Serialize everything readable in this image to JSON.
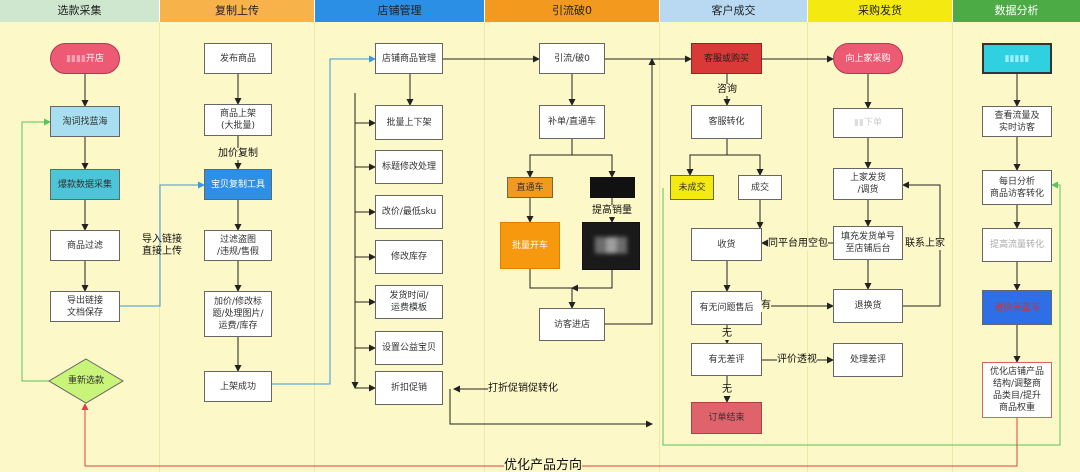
{
  "lanes": [
    {
      "title": "选款采集",
      "color": "#cfe6cf"
    },
    {
      "title": "复制上传",
      "color": "#f7b24a"
    },
    {
      "title": "店铺管理",
      "color": "#2b8fe6"
    },
    {
      "title": "引流破0",
      "color": "#f39a1e"
    },
    {
      "title": "客户成交",
      "color": "#b9d9f2"
    },
    {
      "title": "采购发货",
      "color": "#f4ea12"
    },
    {
      "title": "数据分析",
      "color": "#4dab45"
    }
  ],
  "nodes": {
    "kaidian": "开店",
    "taoci": "淘词找蓝海",
    "baokuan": "爆款数据采集",
    "guolv": "商品过滤",
    "daochu": "导出链接\n文档保存",
    "chongxin": "重新选款",
    "fabu": "发布商品",
    "shangjia": "商品上架\n(大批量)",
    "baobei": "宝贝复制工具",
    "guolvdaotu": "过滤盗图\n/违规/售假",
    "jiajia": "加价/修改标\n题/处理图片/\n运费/库存",
    "chenggong": "上架成功",
    "dianpu": "店铺商品管理",
    "piliang": "批量上下架",
    "biaoti": "标题修改处理",
    "gaijia": "改价/最低sku",
    "kucun": "修改库存",
    "fahuo": "发货时间/\n运费模板",
    "gongyi": "设置公益宝贝",
    "zhekou": "折扣促销",
    "yinliu": "引流/破0",
    "budan": "补单/直通车",
    "zhitong": "直通车",
    "piliangkai": "批量开车",
    "fangke": "访客进店",
    "kehu": "客服或购买",
    "kefu": "客服转化",
    "weichengjiao": "未成交",
    "chengjiao": "成交",
    "shouhuo": "收货",
    "youwenti": "有无问题售后",
    "youchaping": "有无差评",
    "dingdan": "订单结束",
    "shangjia_cg": "向上家采购",
    "xiadan": "下单",
    "shangjiafahuo": "上家发货\n/调货",
    "tianchong": "填充发货单号\n至店铺后台",
    "tuihuan": "退换货",
    "chuli": "处理差评",
    "chakan": "查看流量及\n实时访客",
    "meiri": "每日分析\n商品访客转化",
    "tiquan": "提高流量转化",
    "lanhai": "进阶去蓝海",
    "youhua": "优化店铺产品\n结构/调整商\n品类目/提升\n商品权重"
  },
  "edge_labels": {
    "jiajia_fuzhi": "加价复制",
    "daoru": "导入链接\n直接上传",
    "zixun": "咨询",
    "tigao": "提高销量",
    "tongpingtai": "同平台用空包",
    "lianxi": "联系上家",
    "you": "有",
    "wu1": "无",
    "pingjia": "评价透视",
    "wu2": "无",
    "dazhe": "打折促销促转化",
    "youhua_fx": "优化产品方向"
  }
}
